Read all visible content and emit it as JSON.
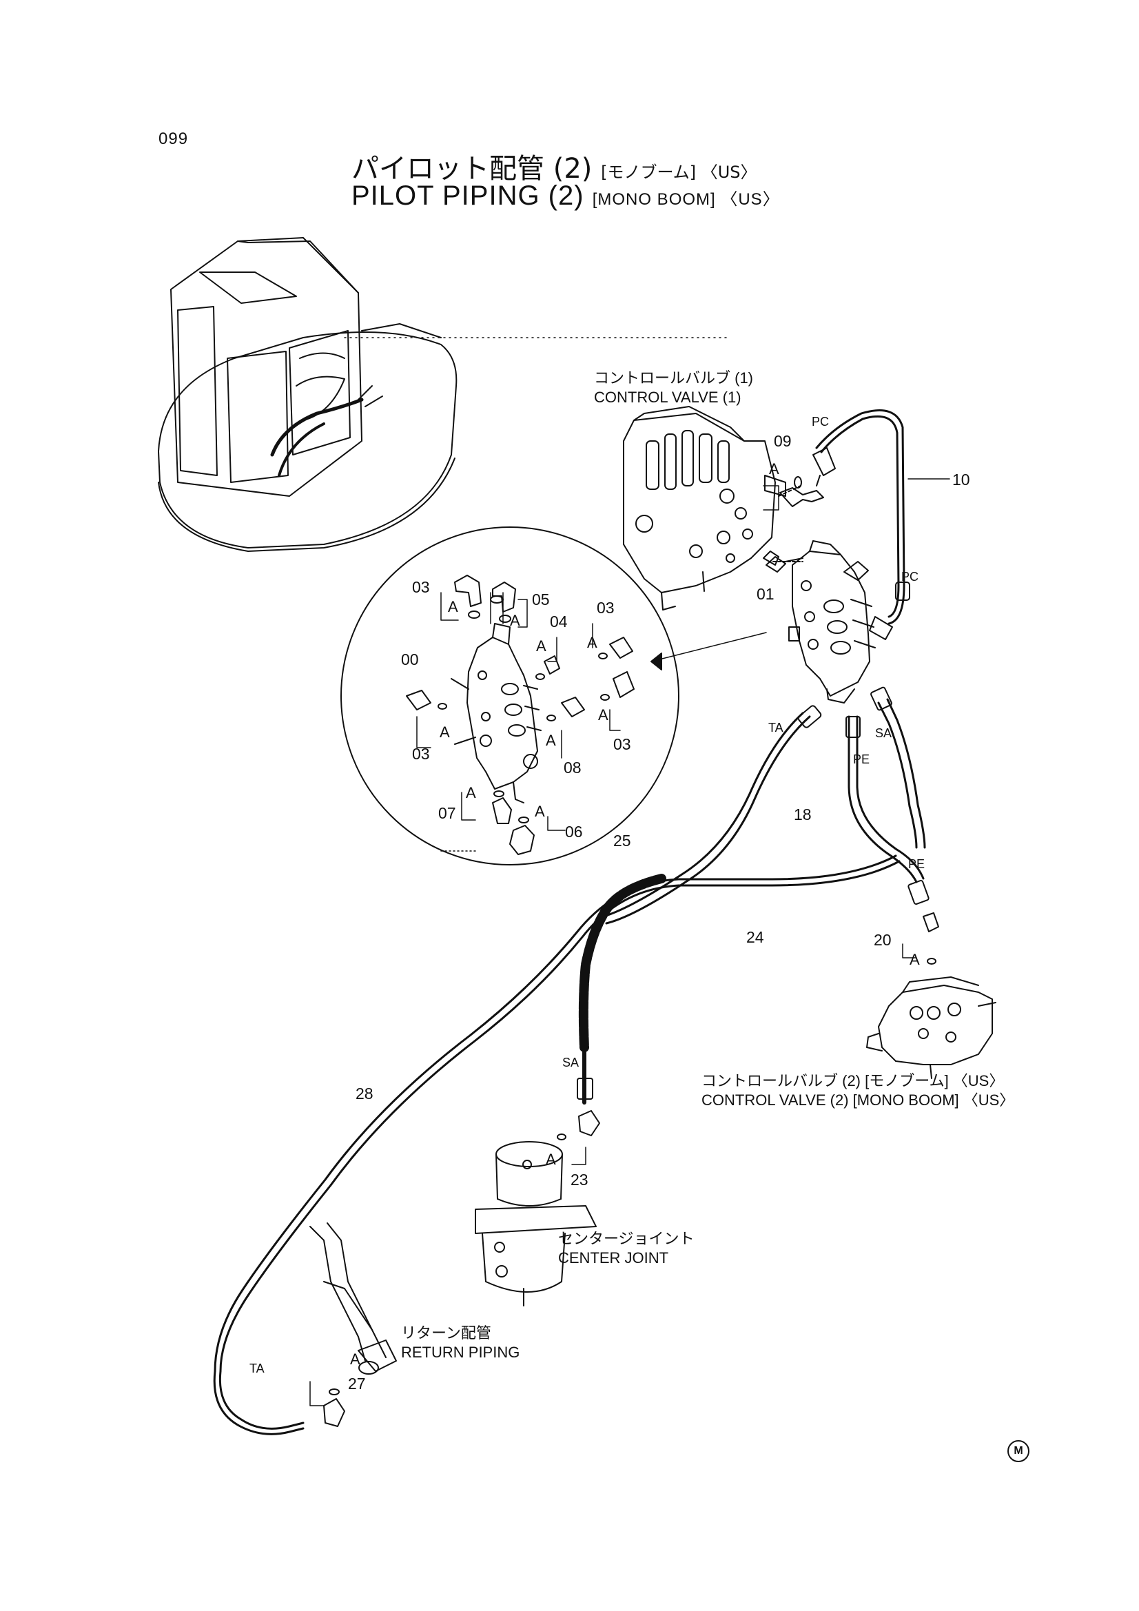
{
  "page_number": "099",
  "title": {
    "jp_main": "パイロット配管 (2)",
    "jp_variant": "[モノブーム] 〈US〉",
    "en_main": "PILOT PIPING (2)",
    "en_variant": "[MONO BOOM] 〈US〉"
  },
  "components": {
    "control_valve_1": {
      "jp": "コントロールバルブ (1)",
      "en": "CONTROL VALVE (1)"
    },
    "control_valve_2": {
      "jp": "コントロールバルブ (2) [モノブーム] 〈US〉",
      "en": "CONTROL VALVE (2) [MONO BOOM] 〈US〉"
    },
    "center_joint": {
      "jp": "センタージョイント",
      "en": "CENTER JOINT"
    },
    "return_piping": {
      "jp": "リターン配管",
      "en": "RETURN PIPING"
    }
  },
  "callouts": {
    "c00": "00",
    "c01": "01",
    "c03a": "03",
    "c03b": "03",
    "c03c": "03",
    "c03d": "03",
    "c04": "04",
    "c05": "05",
    "c06": "06",
    "c07": "07",
    "c08": "08",
    "c09": "09",
    "c10": "10",
    "c18": "18",
    "c20": "20",
    "c23": "23",
    "c24": "24",
    "c25": "25",
    "c27": "27",
    "c28": "28"
  },
  "ports": {
    "pc1": "PC",
    "pc2": "PC",
    "ta1": "TA",
    "ta2": "TA",
    "pe1": "PE",
    "pe2": "PE",
    "sa1": "SA",
    "sa2": "SA"
  },
  "detail_marker": "A",
  "corner_mark": "M"
}
